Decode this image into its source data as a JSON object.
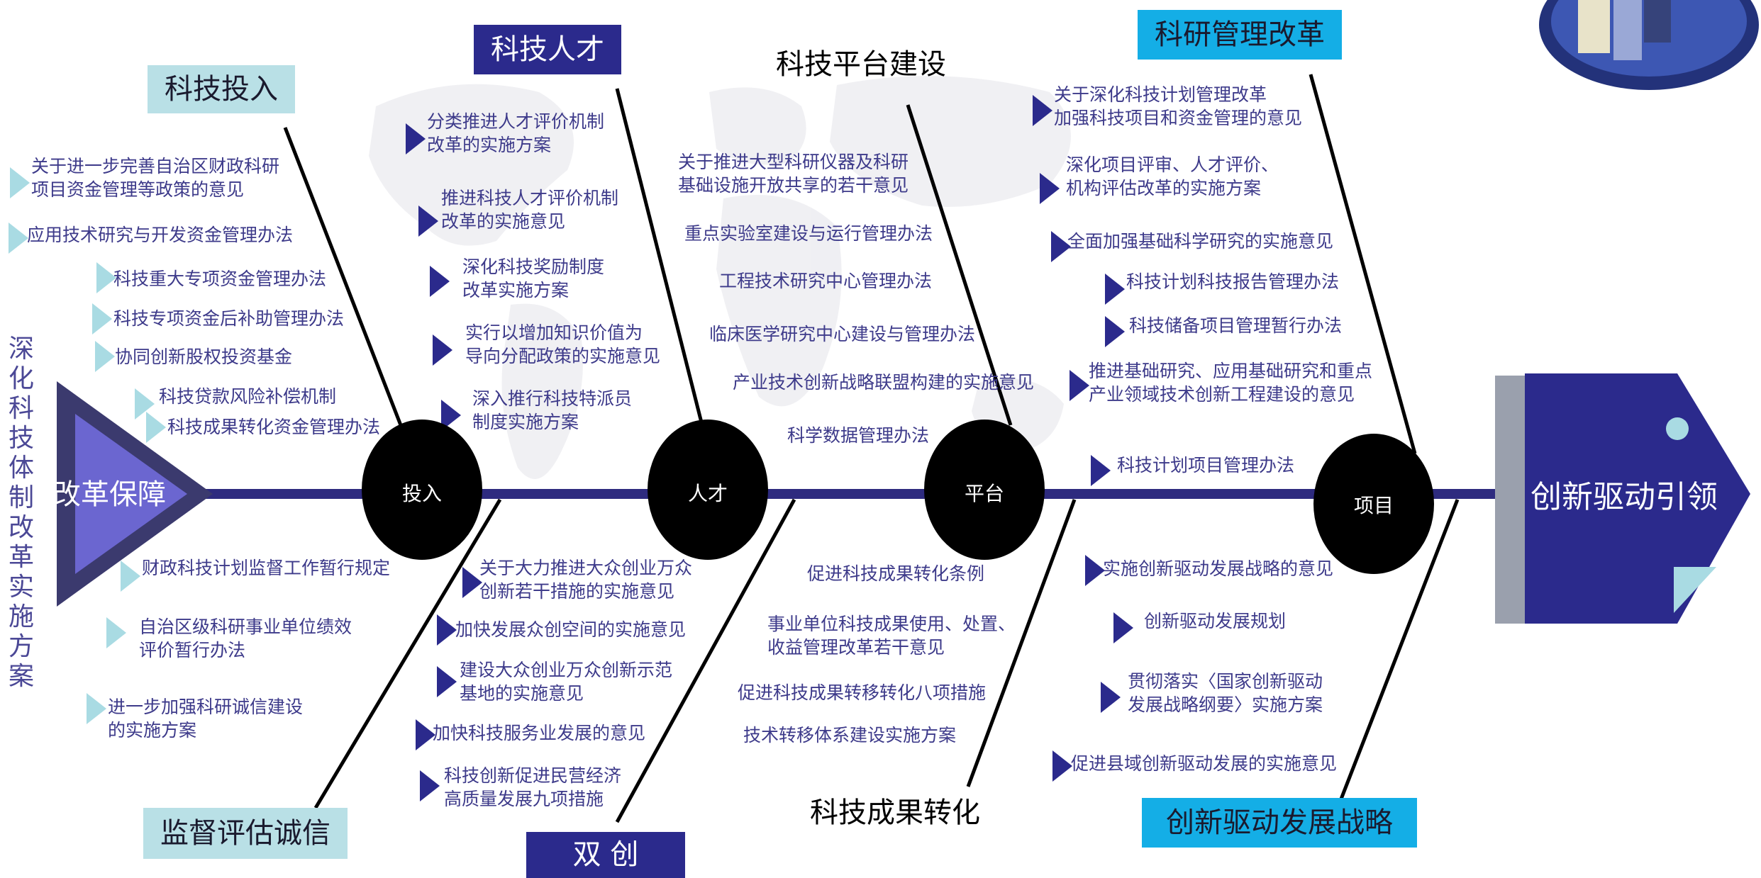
{
  "vertical_title": "深化科技体制改革实施方案",
  "tail_label": "改革保障",
  "head_label": "创新驱动引领",
  "nodes": [
    "投入",
    "人才",
    "平台",
    "项目"
  ],
  "headers": {
    "keji_touru": "科技投入",
    "keji_rencai": "科技人才",
    "keji_pingtai": "科技平台建设",
    "keyan_guanli": "科研管理改革",
    "jiandu": "监督评估诚信",
    "shuangchuang": "双 创",
    "chengguo": "科技成果转化",
    "chuangxin_zhanlue": "创新驱动发展战略"
  },
  "items": {
    "touru": [
      "关于进一步完善自治区财政科研\n项目资金管理等政策的意见",
      "应用技术研究与开发资金管理办法",
      "科技重大专项资金管理办法",
      "科技专项资金后补助管理办法",
      "协同创新股权投资基金",
      "科技贷款风险补偿机制",
      "科技成果转化资金管理办法"
    ],
    "rencai": [
      "分类推进人才评价机制\n改革的实施方案",
      "推进科技人才评价机制\n改革的实施意见",
      "深化科技奖励制度\n改革实施方案",
      "实行以增加知识价值为\n导向分配政策的实施意见",
      "深入推行科技特派员\n制度实施方案"
    ],
    "pingtai": [
      "关于推进大型科研仪器及科研\n基础设施开放共享的若干意见",
      "重点实验室建设与运行管理办法",
      "工程技术研究中心管理办法",
      "临床医学研究中心建设与管理办法",
      "产业技术创新战略联盟构建的实施意见",
      "科学数据管理办法"
    ],
    "keyan": [
      "关于深化科技计划管理改革\n加强科技项目和资金管理的意见",
      "深化项目评审、人才评价、\n机构评估改革的实施方案",
      "全面加强基础科学研究的实施意见",
      "科技计划科技报告管理办法",
      "科技储备项目管理暂行办法",
      "推进基础研究、应用基础研究和重点\n产业领域技术创新工程建设的意见",
      "科技计划项目管理办法"
    ],
    "jiandu": [
      "财政科技计划监督工作暂行规定",
      "自治区级科研事业单位绩效\n评价暂行办法",
      "进一步加强科研诚信建设\n的实施方案"
    ],
    "shuangchuang": [
      "关于大力推进大众创业万众\n创新若干措施的实施意见",
      "加快发展众创空间的实施意见",
      "建设大众创业万众创新示范\n基地的实施意见",
      "加快科技服务业发展的意见",
      "科技创新促进民营经济\n高质量发展九项措施"
    ],
    "chengguo": [
      "促进科技成果转化条例",
      "事业单位科技成果使用、处置、\n收益管理改革若干意见",
      "促进科技成果转移转化八项措施",
      "技术转移体系建设实施方案"
    ],
    "zhanlue": [
      "实施创新驱动发展战略的意见",
      "创新驱动发展规划",
      "贯彻落实〈国家创新驱动\n发展战略纲要〉实施方案",
      "促进县域创新驱动发展的实施意见"
    ]
  },
  "colors": {
    "spine": "#2e2b7f",
    "text": "#3d3a8a",
    "header_light": "#b9e0e6",
    "header_dark": "#2b2a8c",
    "header_cyan": "#14aee6",
    "bullet_dark": "#2b2a8c",
    "bullet_light": "#a9dbe3",
    "node": "#000000"
  }
}
